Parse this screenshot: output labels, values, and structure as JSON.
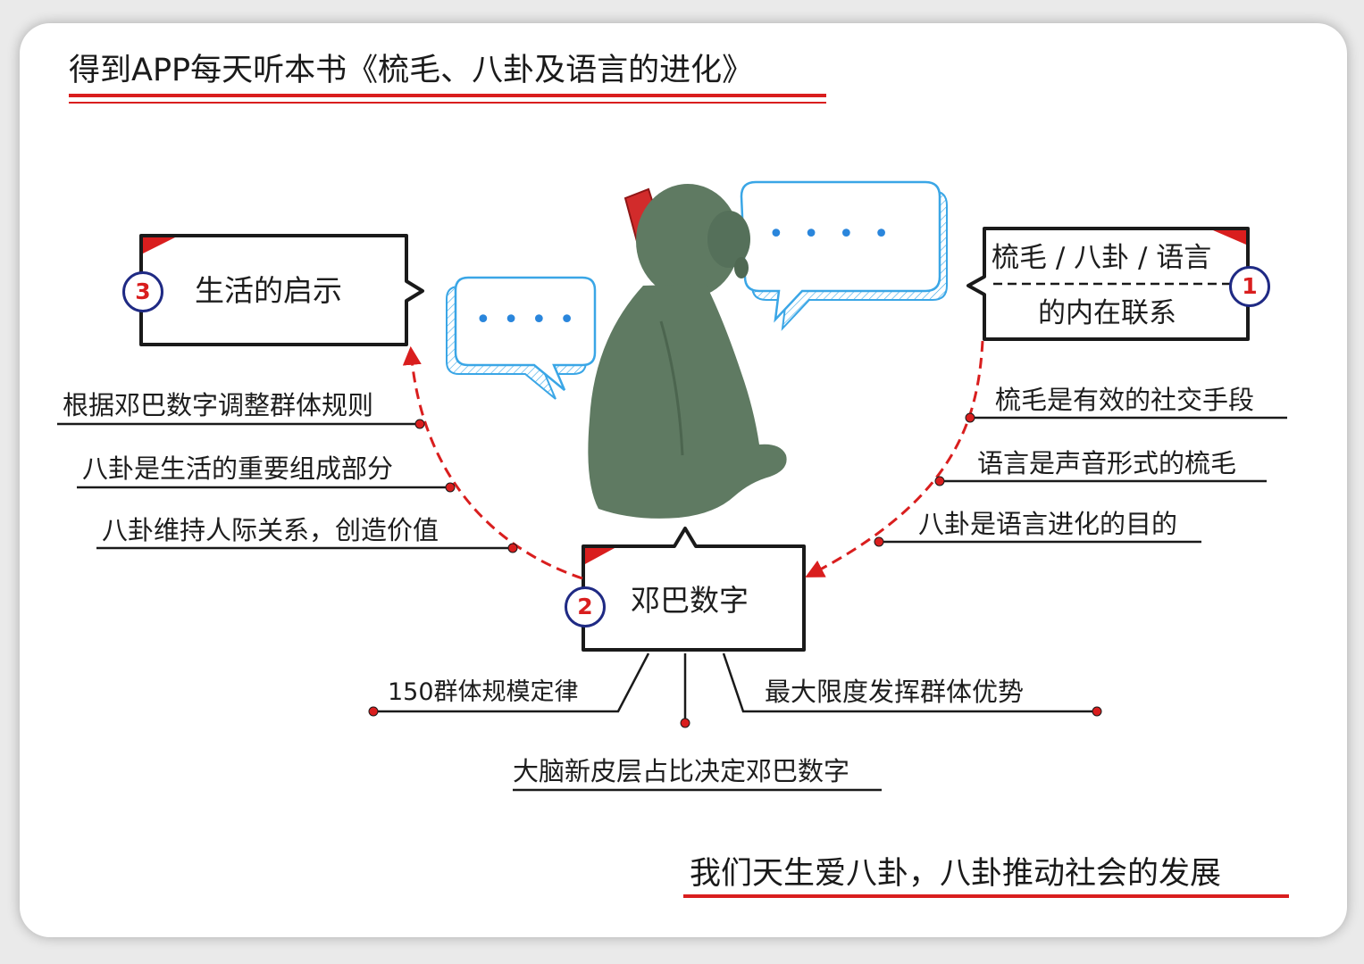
{
  "title": "得到APP每天听本书《梳毛、八卦及语言的进化》",
  "footer": "我们天生爱八卦，八卦推动社会的发展",
  "colors": {
    "accent_red": "#d91e1e",
    "badge_blue": "#1f2a84",
    "bubble_blue": "#3aa6e6",
    "dot_blue": "#2a86dc",
    "monkey": "#5f7a62"
  },
  "bubbles": {
    "left_dots": "• • • •",
    "right_dots": "• • • •"
  },
  "node1": {
    "number": "1",
    "line1": "梳毛 / 八卦 / 语言",
    "line2": "的内在联系",
    "leaves": [
      "梳毛是有效的社交手段",
      "语言是声音形式的梳毛",
      "八卦是语言进化的目的"
    ]
  },
  "node2": {
    "number": "2",
    "label": "邓巴数字",
    "leaves": [
      "150群体规模定律",
      "大脑新皮层占比决定邓巴数字",
      "最大限度发挥群体优势"
    ]
  },
  "node3": {
    "number": "3",
    "label": "生活的启示",
    "leaves": [
      "根据邓巴数字调整群体规则",
      "八卦是生活的重要组成部分",
      "八卦维持人际关系，创造价值"
    ]
  }
}
